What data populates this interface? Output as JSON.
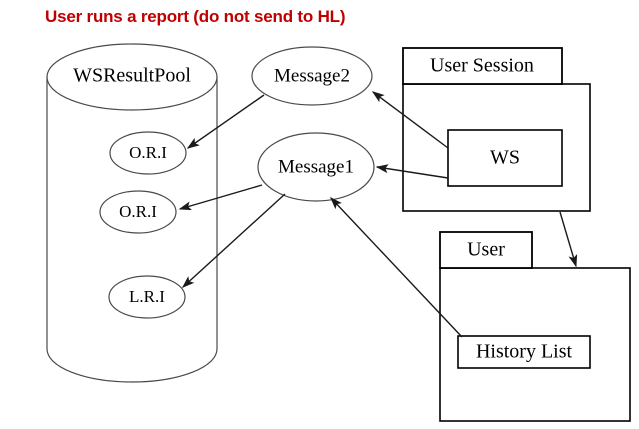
{
  "diagram": {
    "title": "User runs a report (do not send to HL)",
    "title_color": "#c00000",
    "background": "#ffffff",
    "stroke_color": "#000000",
    "datastore": {
      "label": "WSResultPool",
      "items": [
        {
          "label": "O.R.I"
        },
        {
          "label": "O.R.I"
        },
        {
          "label": "L.R.I"
        }
      ]
    },
    "messages": [
      {
        "label": "Message2"
      },
      {
        "label": "Message1"
      }
    ],
    "packages": [
      {
        "label": "User Session",
        "contents": [
          {
            "label": "WS"
          }
        ]
      },
      {
        "label": "User",
        "contents": [
          {
            "label": "History List"
          }
        ]
      }
    ],
    "connections": [
      {
        "from": "Message2",
        "to": "O.R.I-1"
      },
      {
        "from": "Message1",
        "to": "O.R.I-2"
      },
      {
        "from": "Message1",
        "to": "L.R.I"
      },
      {
        "from": "WS",
        "to": "Message2"
      },
      {
        "from": "WS",
        "to": "Message1"
      },
      {
        "from": "History List",
        "to": "Message1"
      },
      {
        "from": "User Session",
        "to": "User"
      }
    ]
  }
}
